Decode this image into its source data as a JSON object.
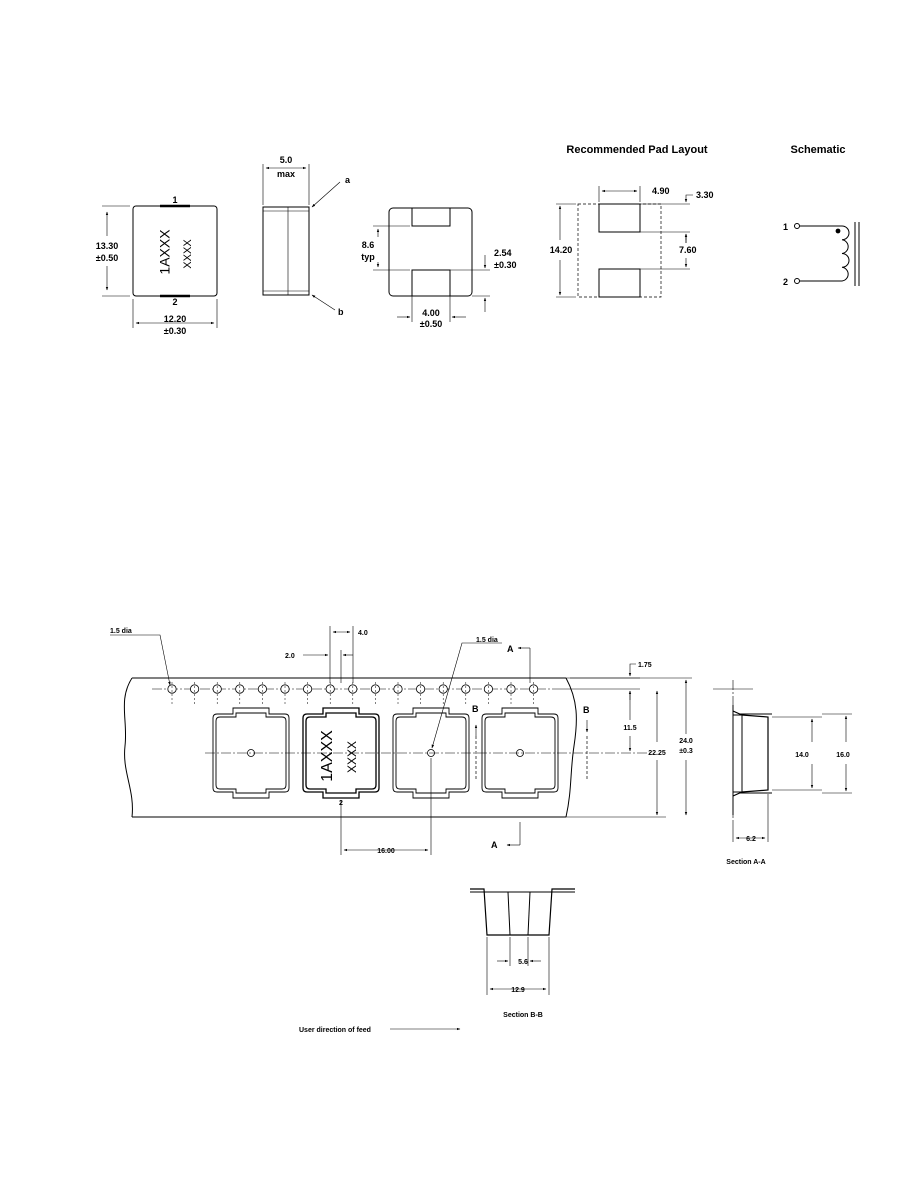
{
  "headings": {
    "pad_layout": "Recommended Pad Layout",
    "schematic": "Schematic"
  },
  "top_view": {
    "pin1": "1",
    "pin2": "2",
    "marking_part": "1AXXX",
    "marking_code": "XXXX",
    "height_value": "13.30",
    "height_tol": "±0.50",
    "width_value": "12.20",
    "width_tol": "±0.30"
  },
  "side_view": {
    "thickness_value": "5.0",
    "thickness_note": "max",
    "callout_a": "a",
    "callout_b": "b"
  },
  "bottom_view": {
    "pad_gap_value": "8.6",
    "pad_gap_note": "typ",
    "pad_height_value": "2.54",
    "pad_height_tol": "±0.30",
    "pad_width_value": "4.00",
    "pad_width_tol": "±0.50"
  },
  "pad_layout": {
    "pad_width": "4.90",
    "pad_height": "3.30",
    "overall_span": "14.20",
    "pad_gap": "7.60"
  },
  "schematic": {
    "pin1": "1",
    "pin2": "2"
  },
  "tape": {
    "hole_dia_left": "1.5 dia",
    "hole_dia_right": "1.5 dia",
    "pitch_4": "4.0",
    "pitch_2": "2.0",
    "edge_175": "1.75",
    "dim_115": "11.5",
    "dim_2225": "22.25",
    "tape_width_value": "24.0",
    "tape_width_tol": "±0.3",
    "pocket_pitch": "16.00",
    "section_a_label": "A",
    "section_b_label": "B",
    "pin_label": "2",
    "marking_part": "1AXXX",
    "marking_code": "XXXX"
  },
  "section_aa": {
    "inner": "14.0",
    "outer": "16.0",
    "depth": "6.2",
    "title": "Section A-A"
  },
  "section_bb": {
    "inner": "5.6",
    "outer": "12.9",
    "title": "Section B-B"
  },
  "feed": {
    "label": "User direction of feed"
  }
}
